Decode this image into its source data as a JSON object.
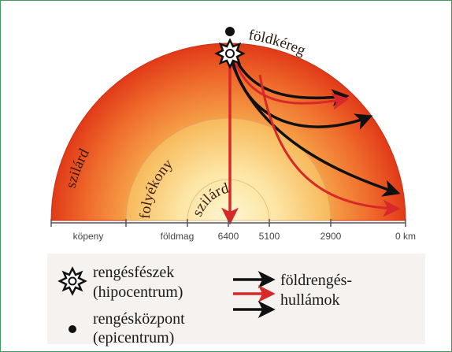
{
  "diagram": {
    "curved_labels": {
      "crust": "földkéreg",
      "mantle": "szilárd",
      "outer_core": "folyékony",
      "inner_core": "szilárd"
    },
    "scale": {
      "regions": [
        "köpeny",
        "földmag"
      ],
      "ticks": [
        "6400",
        "5100",
        "2900",
        "0 km"
      ]
    }
  },
  "legend": {
    "hypocenter_line1": "rengésfészek",
    "hypocenter_line2": "(hipocentrum)",
    "epicenter_line1": "rengésközpont",
    "epicenter_line2": "(epicentrum)",
    "waves_line1": "földrengés-",
    "waves_line2": "hullámok"
  },
  "colors": {
    "mantle": "#e8421c",
    "outer_core": "#f6b045",
    "inner_core": "#fbe9a6",
    "red_arrow": "#d8282a",
    "black_arrow": "#111111",
    "frame": "#3f9a5b"
  },
  "icons": [
    "hypocenter-star-icon",
    "epicenter-dot-icon",
    "wave-arrow-icon"
  ]
}
